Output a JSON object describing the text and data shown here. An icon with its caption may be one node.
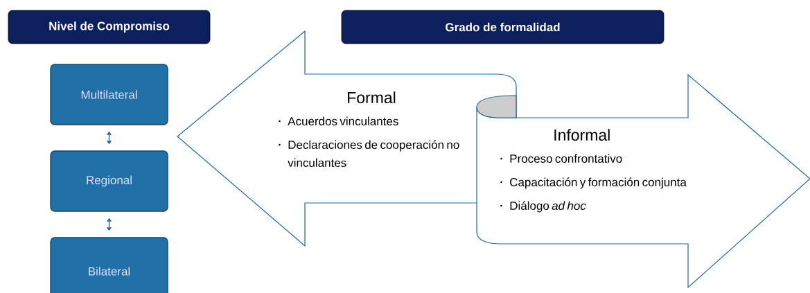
{
  "diagram": {
    "nodes": [
      {
        "text": [
          "Nivel de Compromiso"
        ]
      },
      {
        "text": [
          "Grado de formalidad"
        ]
      },
      {
        "text": [
          "Multilateral"
        ]
      },
      {
        "text": [
          "Regional"
        ]
      },
      {
        "text": [
          "Bilateral"
        ]
      },
      {
        "text": [
          "Formal",
          "Acuerdos vinculantes",
          "Declaraciones de cooperación no vinculantes"
        ]
      },
      {
        "text": [
          "Informal",
          "Proceso confrontativo",
          "Capacitación y formación conjunta",
          "Diálogo *ad hoc*"
        ]
      }
    ],
    "edges": [
      {
        "from": 2,
        "to": 3,
        "arrow": "both"
      },
      {
        "from": 3,
        "to": 4,
        "arrow": "both"
      }
    ]
  }
}
